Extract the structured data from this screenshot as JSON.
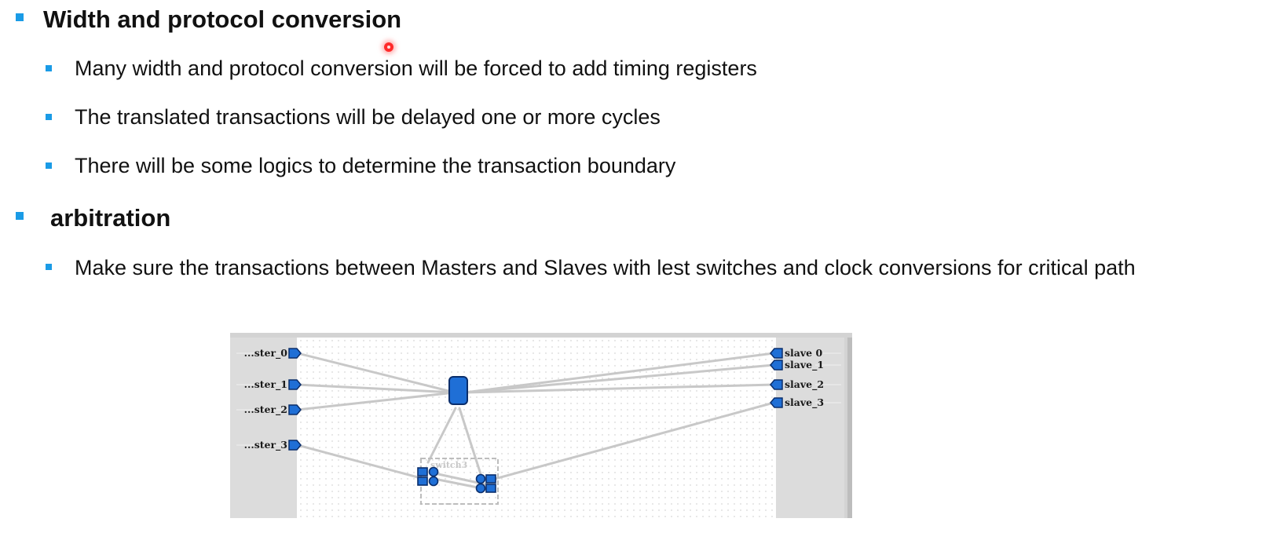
{
  "sections": [
    {
      "heading": "Width and protocol conversion",
      "items": [
        "Many width and protocol conversion will be forced to add timing registers",
        "The translated transactions will be delayed one or more cycles",
        "There will be some logics to determine the transaction boundary"
      ]
    },
    {
      "heading": "arbitration",
      "items": [
        "Make sure the transactions between Masters and Slaves with lest switches and clock conversions for critical path"
      ]
    }
  ],
  "diagram": {
    "masters": [
      "...ster_0",
      "...ster_1",
      "...ster_2",
      "...ster_3"
    ],
    "slaves": [
      "slave 0",
      "slave_1",
      "slave_2",
      "slave_3"
    ],
    "switch_label": "switch3",
    "colors": {
      "bullet": "#1a9be6",
      "port_fill": "#1f6fd6",
      "port_stroke": "#0b2e6b",
      "line": "#c8c8c8",
      "panel": "#dcdcdc"
    }
  }
}
